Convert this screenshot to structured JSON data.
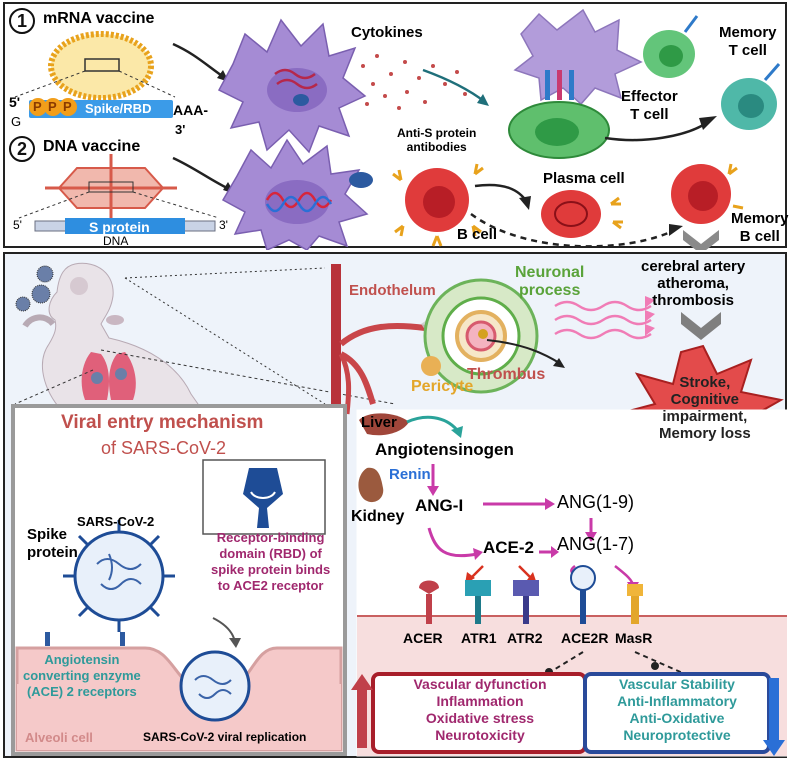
{
  "top_panel": {
    "mrna": {
      "number": "1",
      "title": "mRNA vaccine",
      "five_prime": "5'",
      "cap": "G",
      "p1": "P",
      "p2": "P",
      "p3": "P",
      "spike_rbd": "Spike/RBD",
      "polya": "AAA-",
      "three_prime": "3'"
    },
    "dna": {
      "number": "2",
      "title": "DNA vaccine",
      "s_protein": "S protein",
      "five_prime": "5'",
      "three_prime": "3'",
      "dna_label": "DNA"
    },
    "cytokines": "Cytokines",
    "effector_t_cell": "Effector\nT cell",
    "memory_t_cell": "Memory\nT cell",
    "anti_s_antibodies": "Anti-S protein\nantibodies",
    "plasma_cell": "Plasma cell",
    "b_cell": "B cell",
    "memory_b_cell": "Memory\nB cell"
  },
  "middle_panel": {
    "endothelium": "Endothelum",
    "neuronal_process": "Neuronal\nprocess",
    "pericyte": "Pericyte",
    "thrombus": "Thrombus",
    "cerebral_artery": "cerebral artery\natheroma,\nthrombosis",
    "stroke_burst": "Stroke,\nCognitive\nimpairment,\nMemory loss"
  },
  "viral_entry": {
    "title": "Viral entry mechanism",
    "subtitle": "of SARS-CoV-2",
    "rbd_text": "Receptor-binding\ndomain (RBD) of\nspike protein binds\nto ACE2 receptor",
    "sars_label": "SARS-CoV-2",
    "spike_label": "Spike\nprotein",
    "ace_label": "Angiotensin\nconverting enzyme\n(ACE) 2 receptors",
    "alveoli": "Alveoli  cell",
    "replication": "SARS-CoV-2 viral replication"
  },
  "ras": {
    "liver": "Liver",
    "angiotensinogen": "Angiotensinogen",
    "renin": "Renin",
    "kidney": "Kidney",
    "ang1": "ANG-I",
    "ang19": "ANG(1-9)",
    "ace2": "ACE-2",
    "ang17": "ANG(1-7)",
    "receptors": [
      "ACER",
      "ATR1",
      "ATR2",
      "ACE2R",
      "MasR"
    ],
    "left_box": "Vascular dyfunction\nInflammation\nOxidative stress\nNeurotoxicity",
    "right_box": "Vascular Stability\nAnti-Inflammatory\nAnti-Oxidative\nNeuroprotective"
  },
  "colors": {
    "purple_cell": "#9d84c9",
    "green_cell": "#5fbf6d",
    "red_cell": "#e03b3b",
    "teal_cell": "#4fb8a8",
    "magenta_arrow": "#c93aa8",
    "burst": "#d94a4a",
    "left_box_text": "#a0286e",
    "right_box_text": "#2f9a9a",
    "title_red": "#c0504d"
  }
}
